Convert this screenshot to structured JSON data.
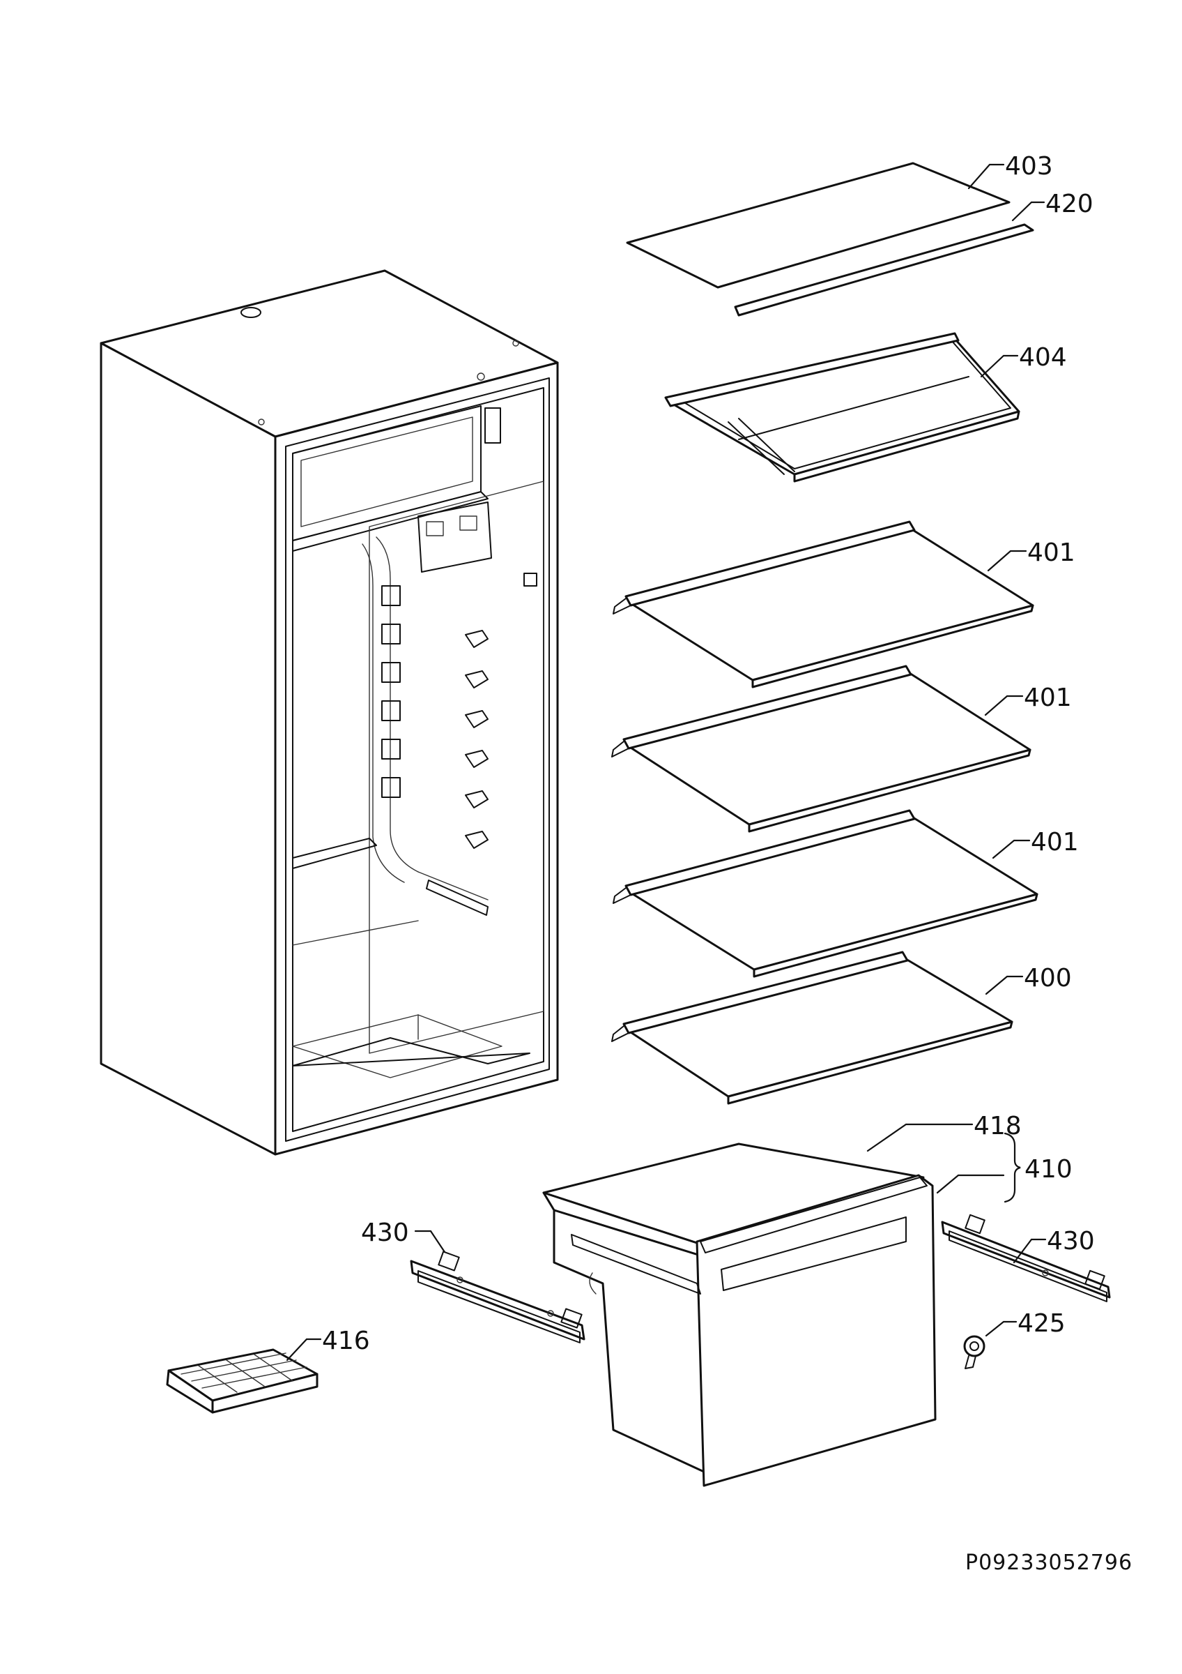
{
  "labels": {
    "l403": "403",
    "l420": "420",
    "l404": "404",
    "l401a": "401",
    "l401b": "401",
    "l401c": "401",
    "l400": "400",
    "l418": "418",
    "l410": "410",
    "l430_left": "430",
    "l430_right": "430",
    "l425": "425",
    "l416": "416"
  },
  "drawing_code": "P09233052796",
  "colors": {
    "line": "#111111",
    "background": "#ffffff"
  }
}
